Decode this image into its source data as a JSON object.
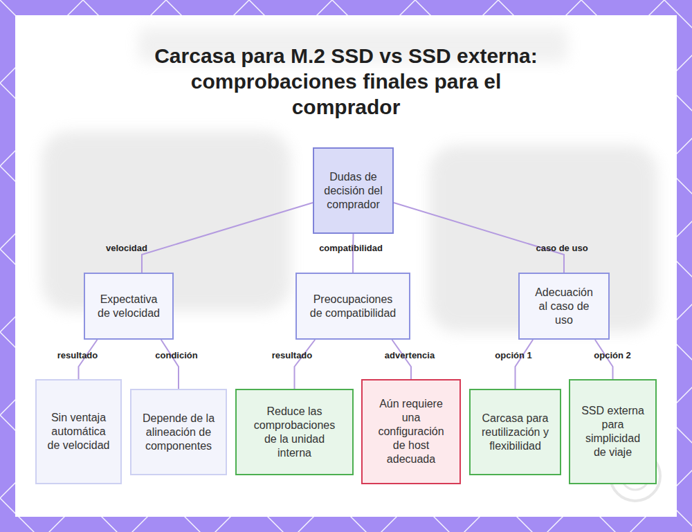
{
  "diagram": {
    "title": "Carcasa para M.2 SSD vs SSD externa: comprobaciones finales para el comprador",
    "nodes": [
      {
        "text": [
          "Dudas de decisión del comprador"
        ]
      },
      {
        "text": [
          "Expectativa de velocidad"
        ]
      },
      {
        "text": [
          "Preocupaciones de compatibilidad"
        ]
      },
      {
        "text": [
          "Adecuación al caso de uso"
        ]
      },
      {
        "text": [
          "Sin ventaja automática de velocidad"
        ]
      },
      {
        "text": [
          "Depende de la alineación de componentes"
        ]
      },
      {
        "text": [
          "Reduce las comprobaciones de la unidad interna"
        ]
      },
      {
        "text": [
          "Aún requiere una configuración de host adecuada"
        ]
      },
      {
        "text": [
          "Carcasa para reutilización y flexibilidad"
        ]
      },
      {
        "text": [
          "SSD externa para simplicidad de viaje"
        ]
      }
    ],
    "edges": [
      {
        "from": 0,
        "to": 1,
        "label": "velocidad",
        "arrow": "none"
      },
      {
        "from": 0,
        "to": 2,
        "label": "compatibilidad",
        "arrow": "none"
      },
      {
        "from": 0,
        "to": 3,
        "label": "caso de uso",
        "arrow": "none"
      },
      {
        "from": 1,
        "to": 4,
        "label": "resultado",
        "arrow": "none"
      },
      {
        "from": 1,
        "to": 5,
        "label": "condición",
        "arrow": "none"
      },
      {
        "from": 2,
        "to": 6,
        "label": "resultado",
        "arrow": "none"
      },
      {
        "from": 2,
        "to": 7,
        "label": "advertencia",
        "arrow": "none"
      },
      {
        "from": 3,
        "to": 8,
        "label": "opción 1",
        "arrow": "none"
      },
      {
        "from": 3,
        "to": 9,
        "label": "opción 2",
        "arrow": "none"
      }
    ]
  }
}
